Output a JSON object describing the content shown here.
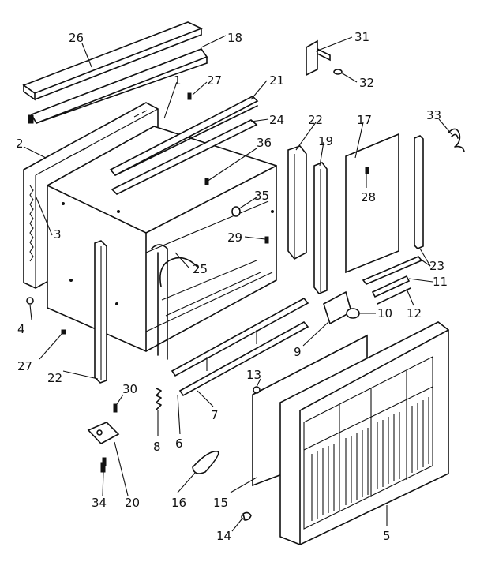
{
  "diagram": {
    "callouts": [
      {
        "id": "c26",
        "text": "26"
      },
      {
        "id": "c18",
        "text": "18"
      },
      {
        "id": "c1",
        "text": "1"
      },
      {
        "id": "c27a",
        "text": "27"
      },
      {
        "id": "c21",
        "text": "21"
      },
      {
        "id": "c24",
        "text": "24"
      },
      {
        "id": "c31",
        "text": "31"
      },
      {
        "id": "c32",
        "text": "32"
      },
      {
        "id": "c33",
        "text": "33"
      },
      {
        "id": "c22a",
        "text": "22"
      },
      {
        "id": "c17",
        "text": "17"
      },
      {
        "id": "c19",
        "text": "19"
      },
      {
        "id": "c2",
        "text": "2"
      },
      {
        "id": "c36",
        "text": "36"
      },
      {
        "id": "c35",
        "text": "35"
      },
      {
        "id": "c28",
        "text": "28"
      },
      {
        "id": "c3",
        "text": "3"
      },
      {
        "id": "c29",
        "text": "29"
      },
      {
        "id": "c25",
        "text": "25"
      },
      {
        "id": "c23",
        "text": "23"
      },
      {
        "id": "c11",
        "text": "11"
      },
      {
        "id": "c12",
        "text": "12"
      },
      {
        "id": "c4",
        "text": "4"
      },
      {
        "id": "c10",
        "text": "10"
      },
      {
        "id": "c9",
        "text": "9"
      },
      {
        "id": "c27b",
        "text": "27"
      },
      {
        "id": "c22b",
        "text": "22"
      },
      {
        "id": "c13",
        "text": "13"
      },
      {
        "id": "c30",
        "text": "30"
      },
      {
        "id": "c7",
        "text": "7"
      },
      {
        "id": "c6",
        "text": "6"
      },
      {
        "id": "c8",
        "text": "8"
      },
      {
        "id": "c34",
        "text": "34"
      },
      {
        "id": "c20",
        "text": "20"
      },
      {
        "id": "c16",
        "text": "16"
      },
      {
        "id": "c15",
        "text": "15"
      },
      {
        "id": "c14",
        "text": "14"
      },
      {
        "id": "c5",
        "text": "5"
      }
    ]
  }
}
